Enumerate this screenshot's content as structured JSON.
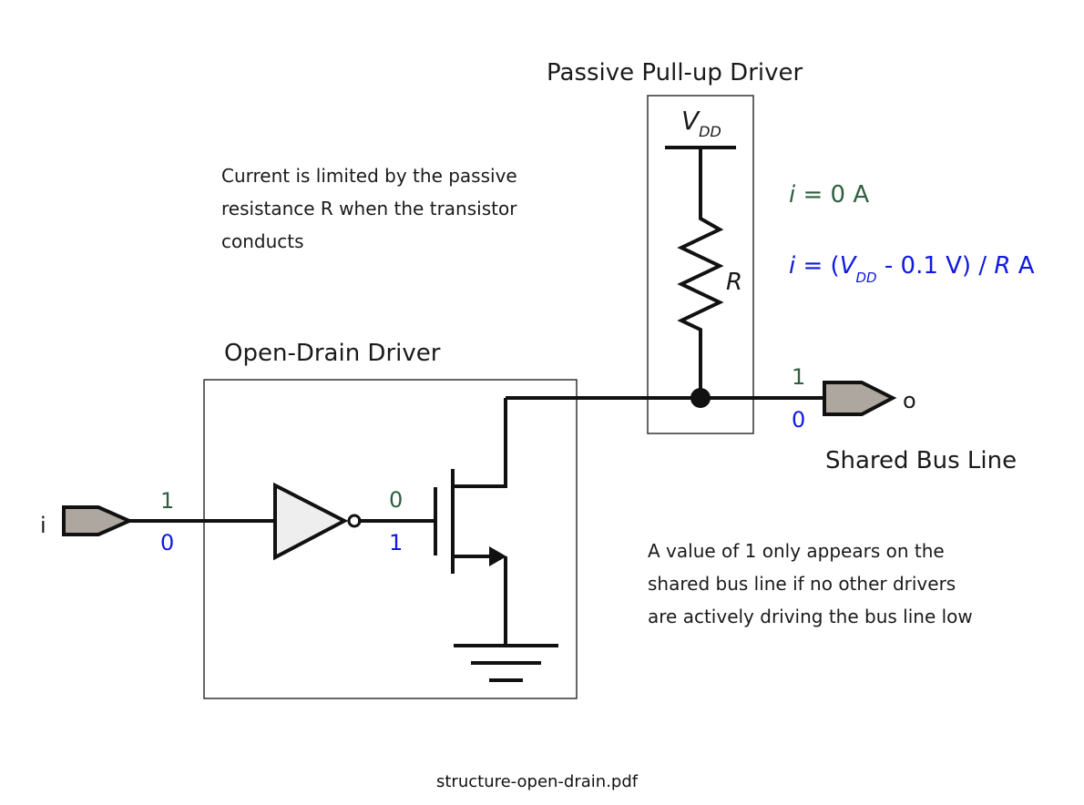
{
  "diagram": {
    "pullup": {
      "title": "Passive Pull-up Driver",
      "vdd_main": "V",
      "vdd_sub": "DD",
      "resistor_label": "R"
    },
    "open_drain": {
      "title": "Open-Drain Driver"
    },
    "notes": {
      "current_limit": [
        "Current is limited by the passive",
        "resistance R when the transistor",
        "conducts"
      ],
      "bus_value": [
        "A value of 1 only appears on the",
        "shared bus line if no other drivers",
        "are actively driving the bus line low"
      ]
    },
    "equations": {
      "high": {
        "var": "i",
        "rest": " = 0 A",
        "color": "#2f5f3f"
      },
      "low": {
        "var": "i",
        "pre": " = (",
        "vmain": "V",
        "vsub": "DD",
        "post": " - 0.1 V) / ",
        "rvar": "R",
        "unit": " A",
        "color": "#0f19e0"
      }
    },
    "input": {
      "name": "i",
      "state_high": "1",
      "state_low": "0"
    },
    "gate": {
      "state_high": "0",
      "state_low": "1"
    },
    "output": {
      "name": "o",
      "state_high": "1",
      "state_low": "0",
      "label": "Shared Bus Line"
    },
    "colors": {
      "high_state": "#2f5f3f",
      "low_state": "#0f19e0",
      "pin_fill": "#ada79f",
      "buffer_fill": "#eeeeee"
    }
  },
  "caption": "structure-open-drain.pdf"
}
